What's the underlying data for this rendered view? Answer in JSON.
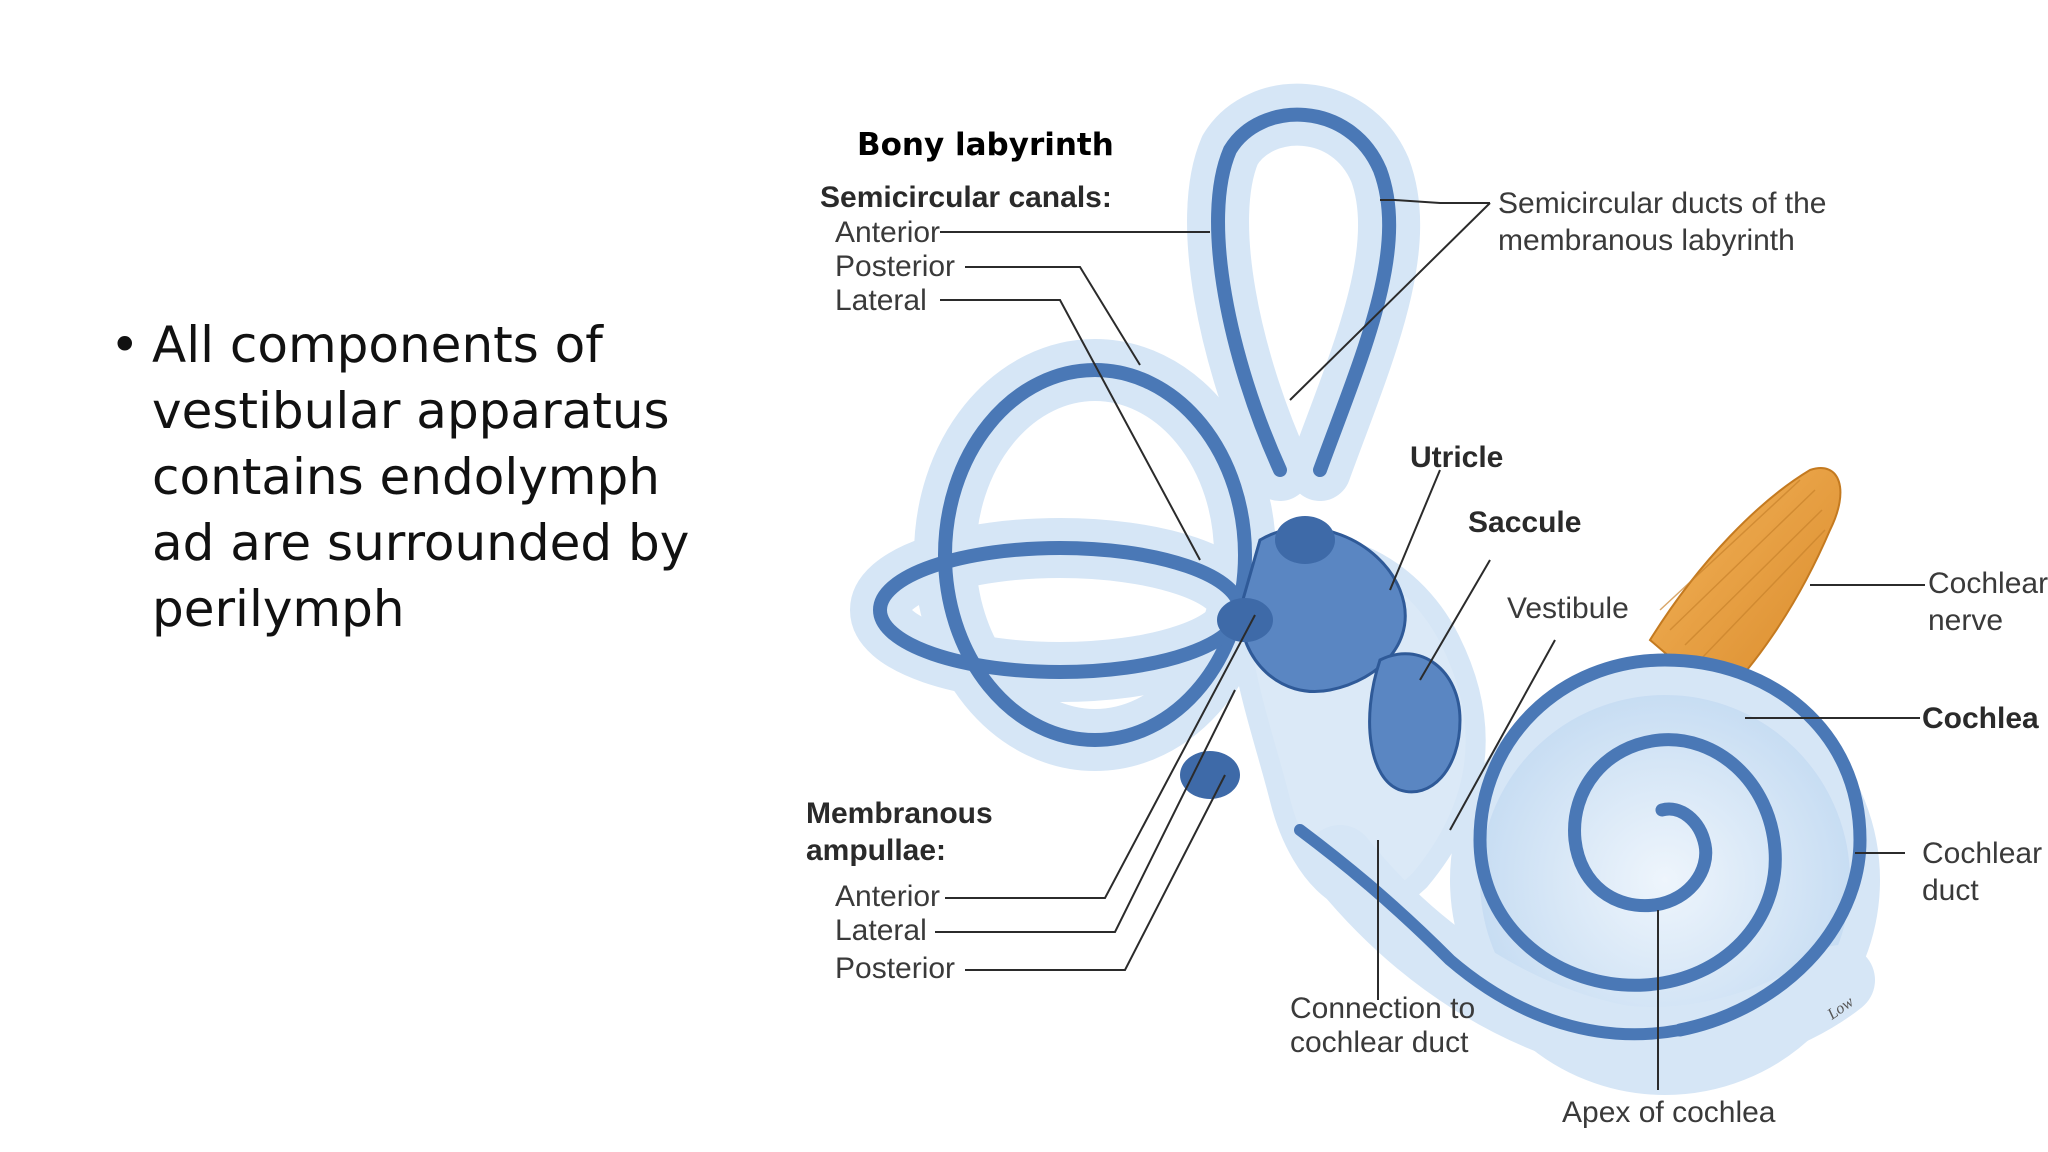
{
  "bullet": {
    "marker": "•",
    "lines": [
      "All components of",
      "vestibular apparatus",
      "contains endolymph",
      "ad are surrounded by",
      "perilymph"
    ]
  },
  "diagram": {
    "bony_labyrinth": "Bony labyrinth",
    "semicircular_canals": {
      "heading": "Semicircular canals:",
      "anterior": "Anterior",
      "posterior": "Posterior",
      "lateral": "Lateral"
    },
    "semicircular_ducts": [
      "Semicircular ducts of the",
      "membranous labyrinth"
    ],
    "utricle": "Utricle",
    "saccule": "Saccule",
    "vestibule": "Vestibule",
    "cochlear_nerve": [
      "Cochlear",
      "nerve"
    ],
    "cochlea": "Cochlea",
    "cochlear_duct": [
      "Cochlear",
      "duct"
    ],
    "membranous_ampullae": {
      "heading": [
        "Membranous",
        "ampullae:"
      ],
      "anterior": "Anterior",
      "lateral": "Lateral",
      "posterior": "Posterior"
    },
    "connection": [
      "Connection to",
      "cochlear duct"
    ],
    "apex": "Apex of cochlea",
    "signature": "Low"
  },
  "colors": {
    "bony": "#cfe2f5",
    "bony_edge": "#9cc0e6",
    "membranous": "#4a78b6",
    "membranous_dark": "#2f5a98",
    "nerve": "#e8a142"
  }
}
